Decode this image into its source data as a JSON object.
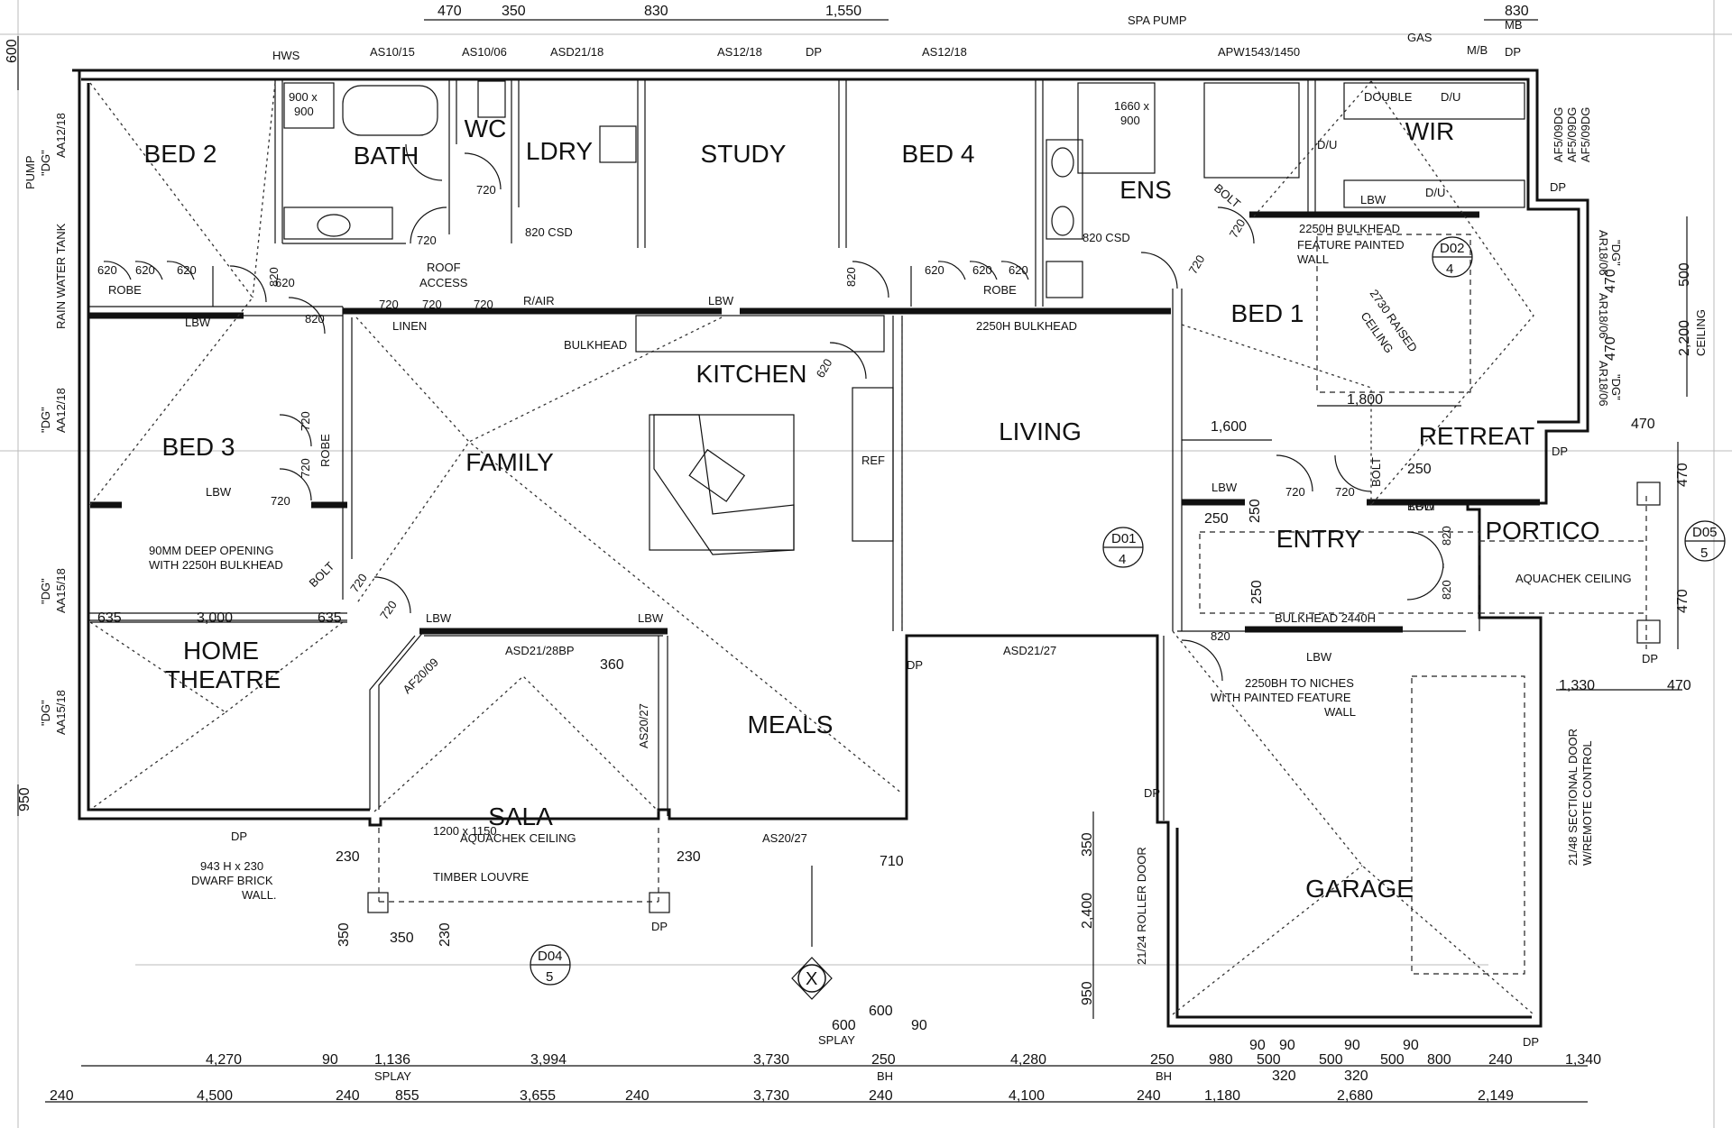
{
  "rooms": {
    "bed2": "BED 2",
    "bath": "BATH",
    "wc": "WC",
    "ldry": "LDRY",
    "study": "STUDY",
    "bed4": "BED 4",
    "ens": "ENS",
    "wir": "WIR",
    "bed1": "BED 1",
    "bed3": "BED 3",
    "family": "FAMILY",
    "kitchen": "KITCHEN",
    "living": "LIVING",
    "retreat": "RETREAT",
    "entry": "ENTRY",
    "portico": "PORTICO",
    "home": "HOME",
    "theatre": "THEATRE",
    "meals": "MEALS",
    "sala": "SALA",
    "garage": "GARAGE"
  },
  "labels": {
    "hws": "HWS",
    "dp": "DP",
    "gas": "GAS",
    "mb": "M/B",
    "mb2": "MB",
    "spa_pump": "SPA PUMP",
    "robe": "ROBE",
    "linen": "LINEN",
    "lbw": "LBW",
    "r_air": "R/AIR",
    "ref": "REF",
    "bolt": "BOLT",
    "double": "DOUBLE",
    "du": "D/U",
    "roof": "ROOF",
    "access": "ACCESS",
    "bulkhead": "BULKHEAD",
    "bulkhead_2250": "2250H BULKHEAD",
    "bulkhead_2440": "BULKHEAD 2440H",
    "opening1": "90MM DEEP OPENING",
    "opening2": "WITH 2250H BULKHEAD",
    "feature1": "2250H BULKHEAD",
    "feature2": "FEATURE PAINTED",
    "feature3": "WALL",
    "raised": "2730 RAISED",
    "ceiling": "CEILING",
    "aquachek": "AQUACHEK CEILING",
    "niches1": "2250BH TO NICHES",
    "niches2": "WITH PAINTED FEATURE",
    "niches3": "WALL",
    "dwarf1": "943 H x 230",
    "dwarf2": "DWARF BRICK",
    "dwarf3": "WALL.",
    "louvre1": "1200 x 1150",
    "louvre2": "TIMBER LOUVRE",
    "rainwater": "RAIN WATER TANK",
    "pump": "PUMP",
    "dg": "\"DG\"",
    "roller": "21/24 ROLLER DOOR",
    "sectional1": "21/48 SECTIONAL DOOR",
    "sectional2": "W/REMOTE CONTROL",
    "shower1": "900 x",
    "shower2": "900",
    "shower3": "1660 x",
    "shower4": "900",
    "csd": "820 CSD",
    "splay": "SPLAY",
    "bh": "BH",
    "x_marker": "X",
    "d01": "D01",
    "d02": "D02",
    "d04": "D04",
    "d05": "D05",
    "n4": "4",
    "n5": "5"
  },
  "windows": {
    "as10_15": "AS10/15",
    "as10_06": "AS10/06",
    "asd21_18": "ASD21/18",
    "as12_18a": "AS12/18",
    "as12_18b": "AS12/18",
    "apw": "APW1543/1450",
    "aa12_18a": "AA12/18",
    "aa12_18b": "AA12/18",
    "aa15_18a": "AA15/18",
    "aa15_18b": "AA15/18",
    "af20_09": "AF20/09",
    "asd21_28bp": "ASD21/28BP",
    "as20_27a": "AS20/27",
    "as20_27b": "AS20/27",
    "asd21_27": "ASD21/27",
    "af5_09a": "AF5/09DG",
    "af5_09b": "AF5/09DG",
    "af5_09c": "AF5/09DG",
    "ar18_06a": "AR18/06",
    "ar18_06b": "AR18/06",
    "ar18_06c": "AR18/06"
  },
  "dims": {
    "t470": "470",
    "t350": "350",
    "t830": "830",
    "t1550": "1,550",
    "t830b": "830",
    "l600": "600",
    "l950": "950",
    "d620a": "620",
    "d620b": "620",
    "d620c": "620",
    "d620d": "620",
    "d620e": "620",
    "d620f": "620",
    "d620g": "620",
    "d720a": "720",
    "d720b": "720",
    "d720c": "720",
    "d720d": "720",
    "d720e": "720",
    "d720f": "720",
    "d720g": "720",
    "d720h": "720",
    "d720i": "720",
    "d720j": "720",
    "d720k": "720",
    "d720l": "720",
    "d720m": "720",
    "d720n": "720",
    "d820a": "820",
    "d820b": "820",
    "d820c": "820",
    "d820d": "820",
    "d820e": "820",
    "d820f": "820",
    "d620k": "620",
    "d635a": "635",
    "d3000": "3,000",
    "d635b": "635",
    "d360": "360",
    "d1600": "1,600",
    "d1800": "1,800",
    "d250a": "250",
    "d250b": "250",
    "d250c": "250",
    "d250d": "250",
    "d500": "500",
    "d2200": "2,200",
    "d470a": "470",
    "d470b": "470",
    "d470c": "470",
    "d470d": "470",
    "d470e": "470",
    "d470f": "470",
    "d1330": "1,330",
    "d230a": "230",
    "d230b": "230",
    "d230c": "230",
    "d350a": "350",
    "d350b": "350",
    "d710": "710",
    "d600a": "600",
    "d600b": "600",
    "d90a": "90",
    "g350": "350",
    "g2400": "2,400",
    "g950": "950"
  },
  "bottom_dims": {
    "row1": [
      "4,270",
      "90",
      "1,136",
      "3,994",
      "3,730",
      "250",
      "4,280",
      "250",
      "980",
      "90",
      "500",
      "90",
      "500",
      "90",
      "500",
      "90",
      "800",
      "240",
      "1,340"
    ],
    "row1b": [
      "320",
      "320"
    ],
    "row2": [
      "240",
      "4,500",
      "240",
      "855",
      "3,655",
      "240",
      "3,730",
      "240",
      "4,100",
      "240",
      "1,180",
      "2,680",
      "2,149"
    ]
  }
}
